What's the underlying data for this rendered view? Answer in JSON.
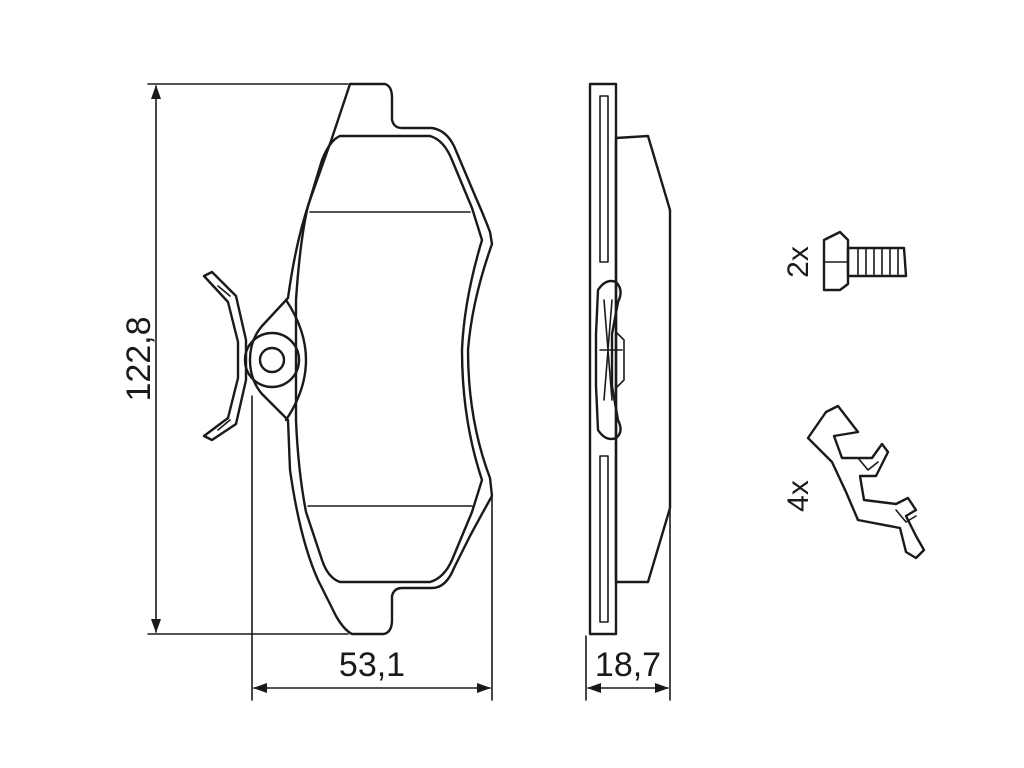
{
  "dimensions": {
    "height": "122,8",
    "width": "53,1",
    "thickness": "18,7"
  },
  "accessories": {
    "bolt_qty": "2x",
    "clip_qty": "4x"
  }
}
